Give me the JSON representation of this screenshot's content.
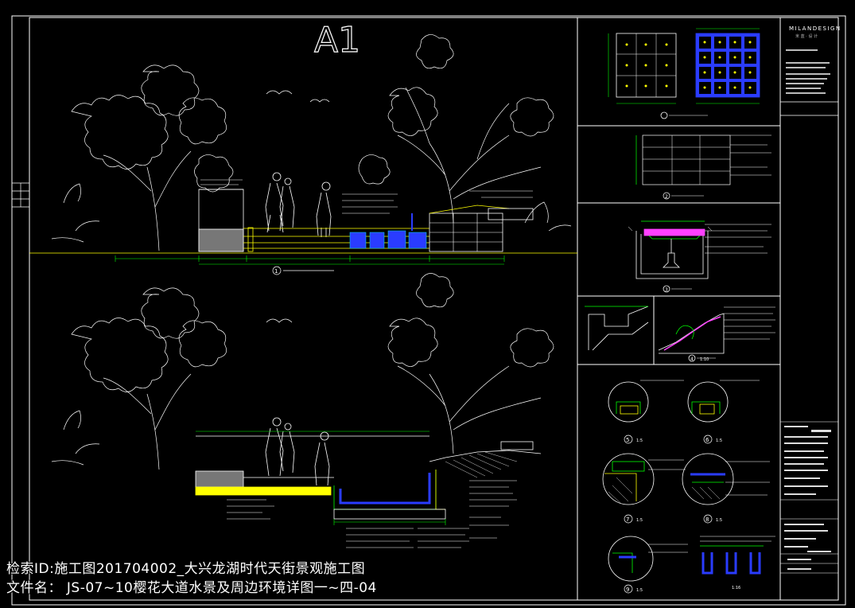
{
  "drawing": {
    "sheet_code": "A1",
    "brand": "MILANDESIGN",
    "brand_sub": "米 蓝 · 设 计",
    "scale_label": "1:10",
    "scale_label_small": "1:5",
    "scale_label_large": "1:16",
    "callouts": [
      "5",
      "6",
      "7",
      "8",
      "9"
    ],
    "section_labels": [
      "1",
      "2",
      "3",
      "4"
    ]
  },
  "overlay": {
    "id_line": "检索ID:施工图201704002_大兴龙湖时代天街景观施工图",
    "file_line": "文件名： JS-07~10樱花大道水景及周边环境详图一~四-04"
  },
  "colors": {
    "background": "#000000",
    "linework": "#ffffff",
    "accent_green": "#00ff00",
    "accent_yellow": "#ffff00",
    "accent_blue": "#2a3cff",
    "accent_cyan": "#00e5ff",
    "accent_magenta": "#ff40ff"
  }
}
